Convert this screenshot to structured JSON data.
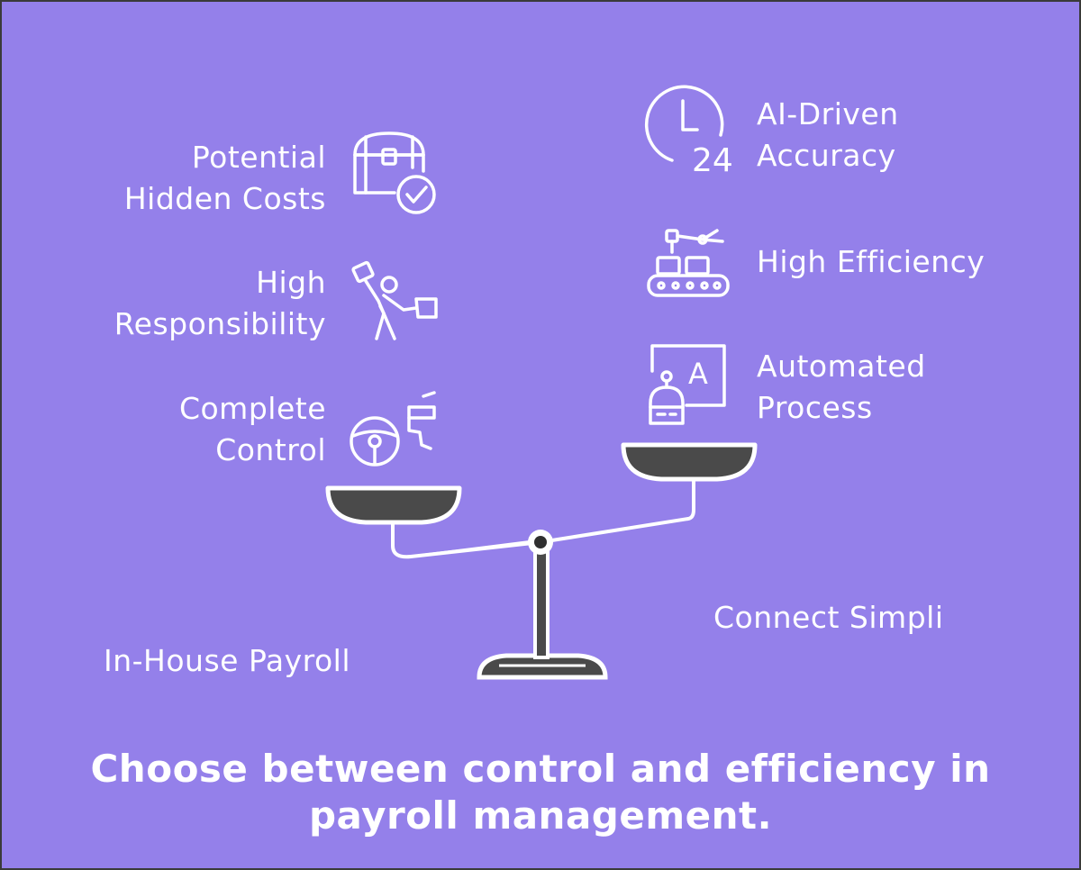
{
  "left": {
    "option": "In-House Payroll",
    "factors": [
      {
        "line1": "Potential",
        "line2": "Hidden Costs",
        "icon": "treasure-chest-check-icon"
      },
      {
        "line1": "High",
        "line2": "Responsibility",
        "icon": "juggling-person-icon"
      },
      {
        "line1": "Complete",
        "line2": "Control",
        "icon": "steering-wheel-icon"
      }
    ]
  },
  "right": {
    "option": "Connect Simpli",
    "factors": [
      {
        "line1": "AI-Driven",
        "line2": "Accuracy",
        "icon": "clock-24-icon",
        "icon_text": "24"
      },
      {
        "line1": "High Efficiency",
        "line2": "",
        "icon": "robot-arm-conveyor-icon"
      },
      {
        "line1": "Automated",
        "line2": "Process",
        "icon": "robot-ai-screen-icon",
        "icon_text": "A"
      }
    ]
  },
  "footer": {
    "line1": "Choose between control and efficiency in",
    "line2": "payroll management."
  },
  "colors": {
    "background": "#9480ea",
    "ink": "#ffffff",
    "pan": "#4a4a4a",
    "border": "#3a3a3a"
  }
}
